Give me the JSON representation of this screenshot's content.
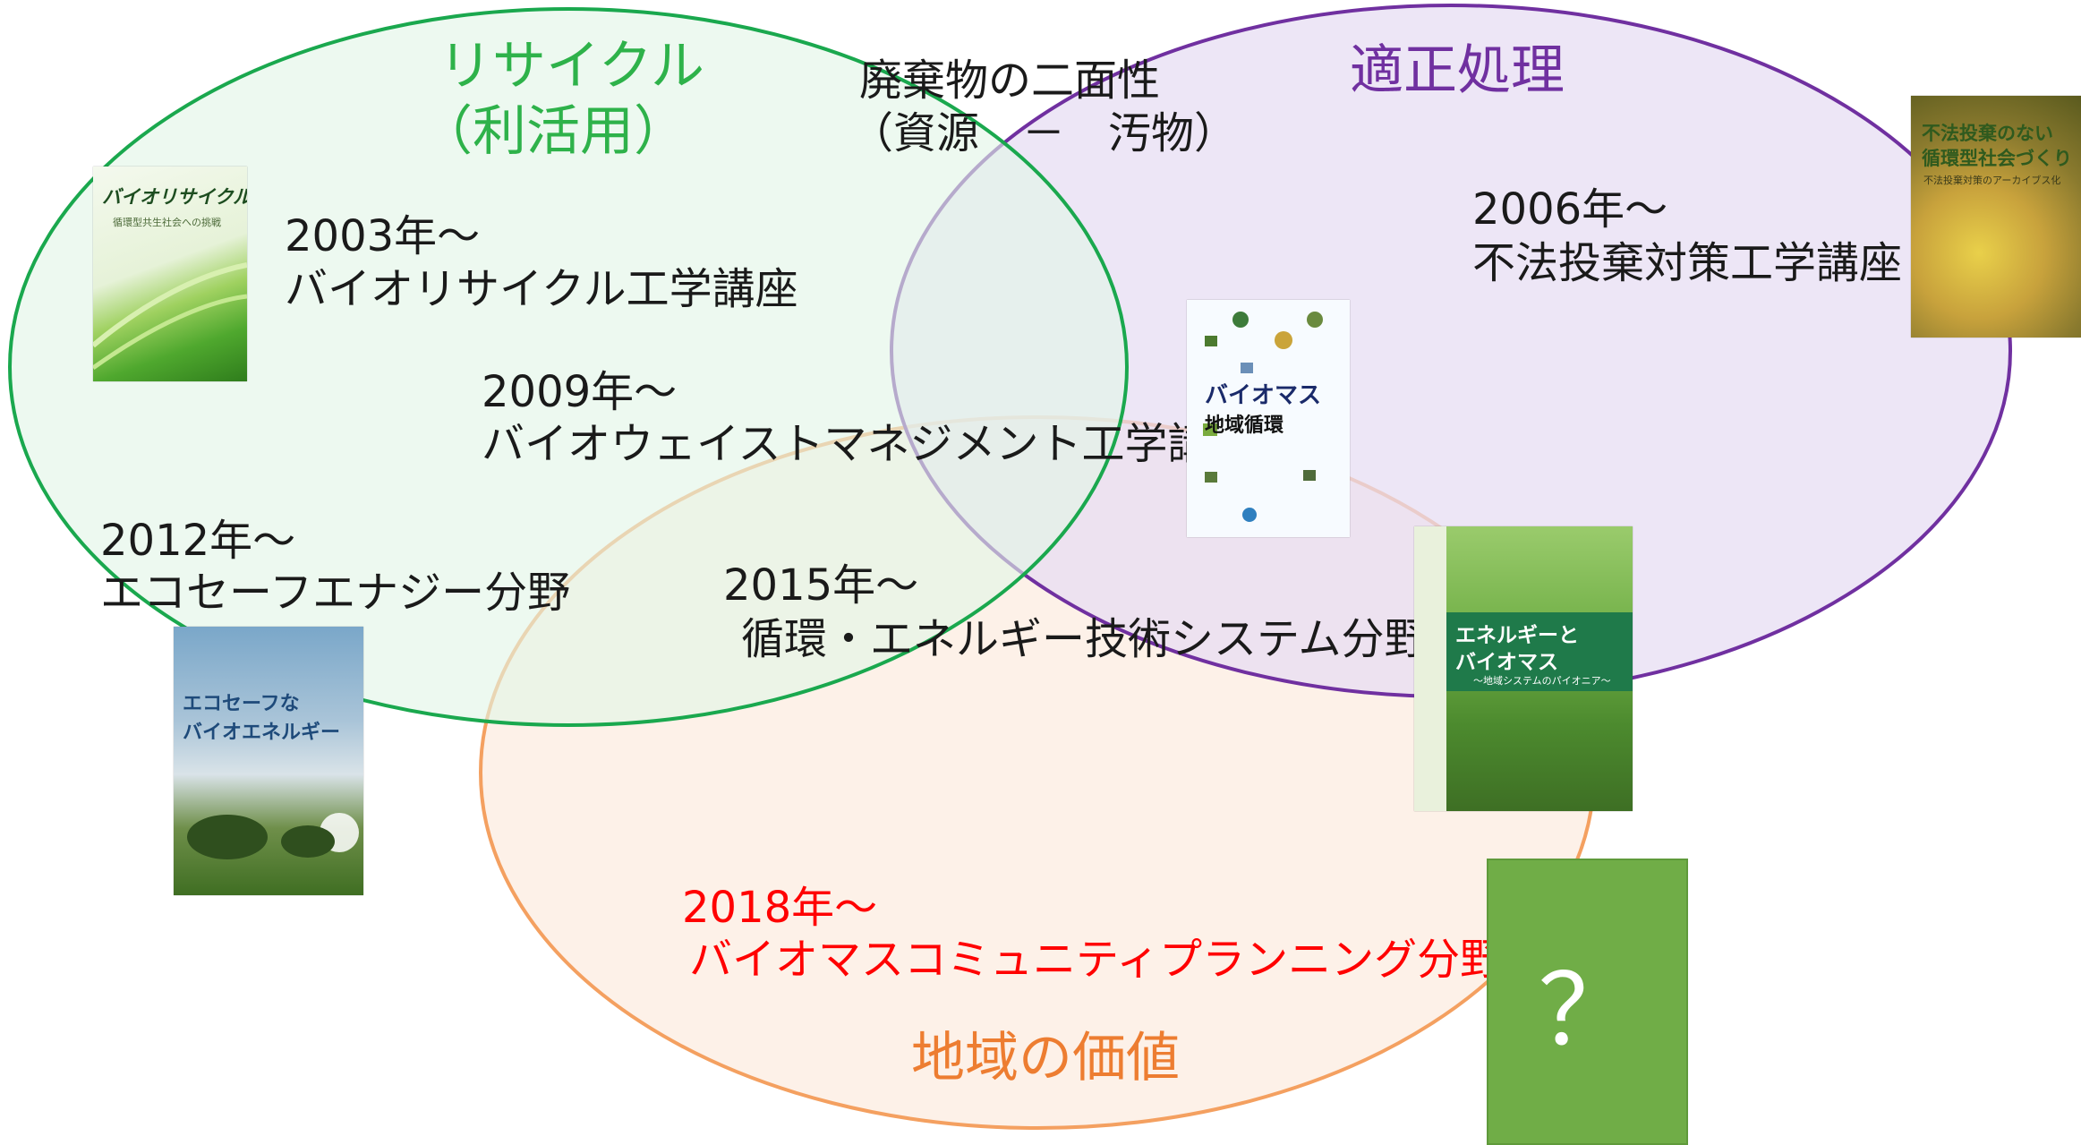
{
  "categories": {
    "recycle_line1": "リサイクル",
    "recycle_line2": "（利活用）",
    "proper_treatment": "適正処理",
    "regional_value": "地域の価値"
  },
  "duality": {
    "line1": "廃棄物の二面性",
    "line2": "（資源　－　汚物）"
  },
  "milestones": {
    "m2003_year": "2003年～",
    "m2003_name": "バイオリサイクル工学講座",
    "m2006_year": "2006年～",
    "m2006_name": "不法投棄対策工学講座",
    "m2009_year": "2009年～",
    "m2009_name": "バイオウェイストマネジメント工学講座",
    "m2012_year": "2012年～",
    "m2012_name": "エコセーフエナジー分野",
    "m2015_year": "2015年～",
    "m2015_name": "循環・エネルギー技術システム分野",
    "m2018_year": "2018年～",
    "m2018_name": "バイオマスコミュニティプランニング分野"
  },
  "books": {
    "bio_recycle_title": "バイオリサイクル",
    "bio_recycle_subtitle": "循環型共生社会への挑戦",
    "illegal_dumping_title1": "不法投棄のない",
    "illegal_dumping_title2": "循環型社会づくり",
    "illegal_dumping_subtitle": "不法投棄対策のアーカイブス化",
    "biomass_region_title1": "バイオマス",
    "biomass_region_title2": "地域循環",
    "ecosafe_title1": "エコセーフな",
    "ecosafe_title2": "バイオエネルギー",
    "energy_biomass_title1": "エネルギーと",
    "energy_biomass_title2": "バイオマス",
    "energy_biomass_subtitle": "～地域システムのパイオニア～"
  },
  "question_mark": "？",
  "colors": {
    "recycle_circle_stroke": "#1aa84e",
    "recycle_circle_fill": "#e2f5e6",
    "recycle_text": "#2eb24a",
    "proper_circle_stroke": "#7030a0",
    "proper_circle_fill": "#e6dcf2",
    "proper_text": "#7030a0",
    "regional_circle_stroke": "#f4a060",
    "regional_circle_fill": "#fcece0",
    "regional_text": "#ed7d31",
    "highlight_2018": "#ff0000",
    "question_box": "#70ad47"
  }
}
